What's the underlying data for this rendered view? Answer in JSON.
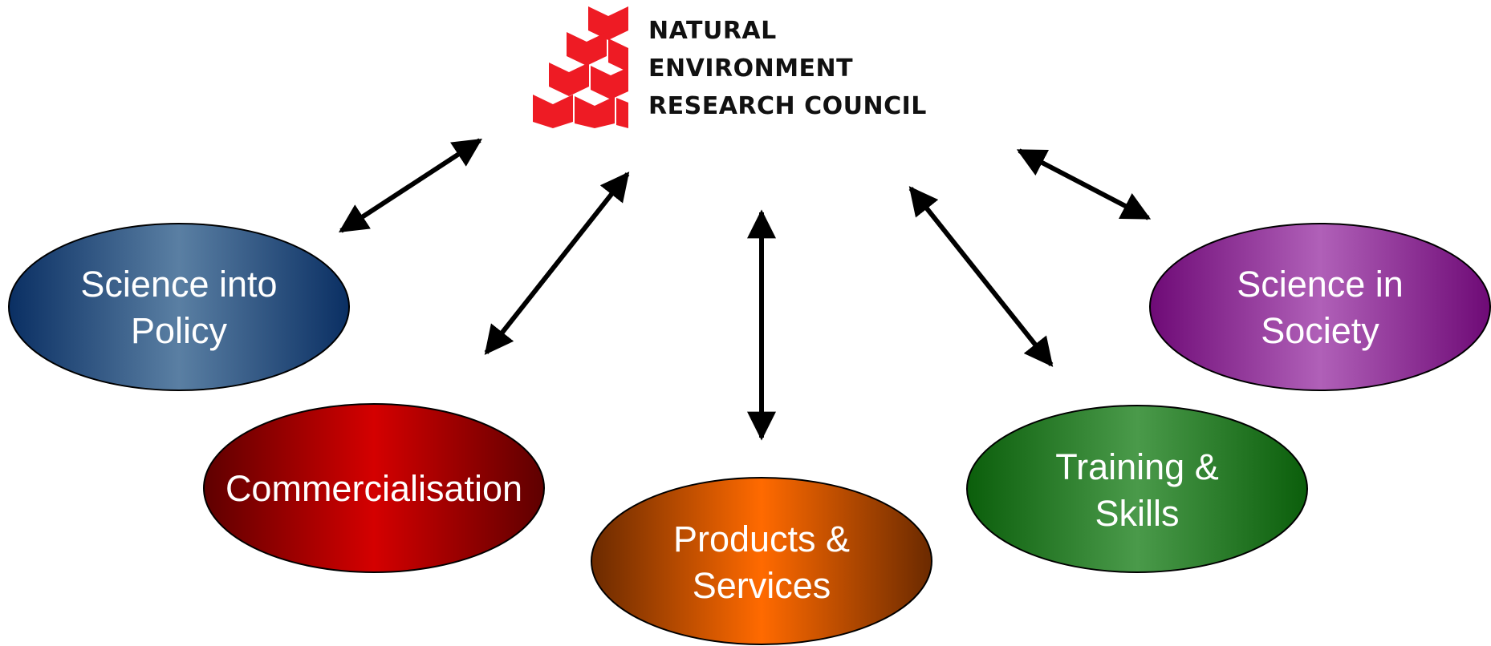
{
  "logo": {
    "lines": [
      "NATURAL",
      "ENVIRONMENT",
      "RESEARCH COUNCIL"
    ],
    "mark_color": "#ee1b24",
    "text_color": "#111111"
  },
  "nodes": [
    {
      "id": "science-into-policy",
      "lines": [
        "Science into",
        "Policy"
      ],
      "color_edge": "#0a2f63",
      "color_mid": "#5a7fa3"
    },
    {
      "id": "commercialisation",
      "lines": [
        "Commercialisation"
      ],
      "color_edge": "#5e0000",
      "color_mid": "#d40000"
    },
    {
      "id": "products-services",
      "lines": [
        "Products &",
        "Services"
      ],
      "color_edge": "#6b2a00",
      "color_mid": "#ff6a00"
    },
    {
      "id": "training-skills",
      "lines": [
        "Training &",
        "Skills"
      ],
      "color_edge": "#0b5e0b",
      "color_mid": "#4a9a4a"
    },
    {
      "id": "science-in-society",
      "lines": [
        "Science in",
        "Society"
      ],
      "color_edge": "#6e0a76",
      "color_mid": "#b060b8"
    }
  ],
  "arrow_color": "#000000"
}
